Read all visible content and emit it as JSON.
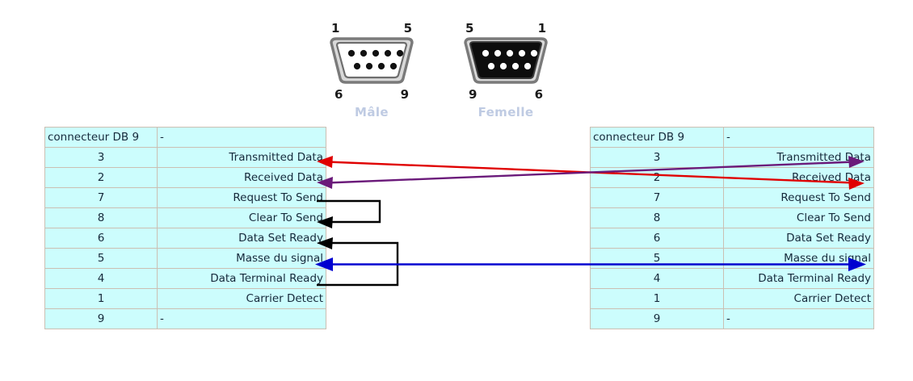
{
  "connectors": [
    {
      "name": "male",
      "caption": "Mâle",
      "top_left_pin": "1",
      "top_right_pin": "5",
      "bottom_left_pin": "6",
      "bottom_right_pin": "9",
      "shell_fill": "#ffffff",
      "shell_stroke": "#6e6e6e",
      "pin_color": "#111111"
    },
    {
      "name": "female",
      "caption": "Femelle",
      "top_left_pin": "5",
      "top_right_pin": "1",
      "bottom_left_pin": "9",
      "bottom_right_pin": "6",
      "shell_fill": "#0d0d0d",
      "shell_stroke": "#6e6e6e",
      "pin_color": "#ffffff"
    }
  ],
  "caption_color": "#bfcbe3",
  "table_colors": {
    "cell_background": "#ccfdfd",
    "border": "#cbbfb3",
    "text": "#16293b"
  },
  "left_table": {
    "header": {
      "pin": "connecteur DB 9",
      "signal": "-"
    },
    "rows": [
      {
        "pin": "3",
        "signal": "Transmitted Data"
      },
      {
        "pin": "2",
        "signal": "Received Data"
      },
      {
        "pin": "7",
        "signal": "Request To Send"
      },
      {
        "pin": "8",
        "signal": "Clear To Send"
      },
      {
        "pin": "6",
        "signal": "Data Set Ready"
      },
      {
        "pin": "5",
        "signal": "Masse du signal"
      },
      {
        "pin": "4",
        "signal": "Data Terminal Ready"
      },
      {
        "pin": "1",
        "signal": "Carrier Detect"
      },
      {
        "pin": "9",
        "signal": "-"
      }
    ]
  },
  "right_table": {
    "header": {
      "pin": "connecteur DB 9",
      "signal": "-"
    },
    "rows": [
      {
        "pin": "3",
        "signal": "Transmitted Data"
      },
      {
        "pin": "2",
        "signal": "Received Data"
      },
      {
        "pin": "7",
        "signal": "Request To Send"
      },
      {
        "pin": "8",
        "signal": "Clear To Send"
      },
      {
        "pin": "6",
        "signal": "Data Set Ready"
      },
      {
        "pin": "5",
        "signal": "Masse du signal"
      },
      {
        "pin": "4",
        "signal": "Data Terminal Ready"
      },
      {
        "pin": "1",
        "signal": "Carrier Detect"
      },
      {
        "pin": "9",
        "signal": "-"
      }
    ]
  },
  "wires": [
    {
      "name": "wire-td-to-rd",
      "color": "#e00000",
      "from": "left pin 3 Transmitted Data",
      "to": "right pin 2 Received Data",
      "style": "double-arrow-cross"
    },
    {
      "name": "wire-rd-to-td",
      "color": "#6b1a7a",
      "from": "left pin 2 Received Data",
      "to": "right pin 3 Transmitted Data",
      "style": "double-arrow-cross"
    },
    {
      "name": "wire-rts-to-cts",
      "color": "#000000",
      "from": "left pin 7 Request To Send",
      "to": "left pin 8 Clear To Send",
      "style": "local-loop"
    },
    {
      "name": "wire-dtr-to-dsr",
      "color": "#000000",
      "from": "left pin 4 Data Terminal Ready",
      "to": "left pin 6 Data Set Ready",
      "style": "local-loop"
    },
    {
      "name": "wire-gnd-to-gnd",
      "color": "#0000d0",
      "from": "left pin 5 Masse du signal",
      "to": "right pin 5 Masse du signal",
      "style": "double-arrow-straight"
    }
  ]
}
